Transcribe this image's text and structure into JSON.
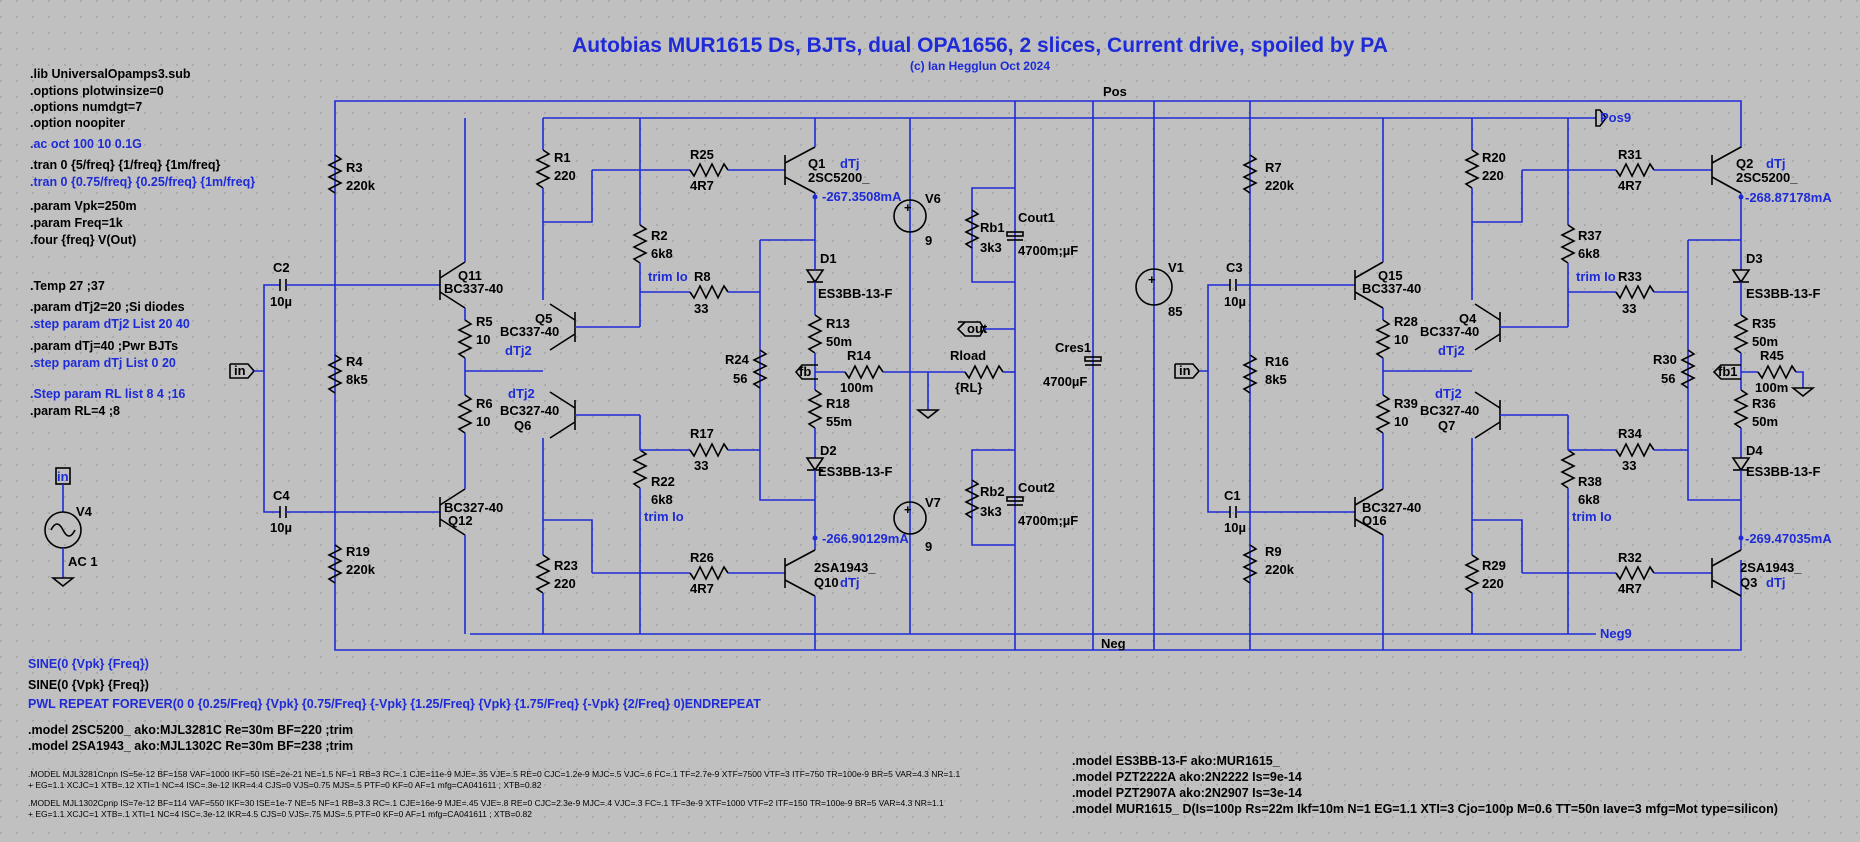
{
  "title": "Autobias MUR1615 Ds, BJTs, dual OPA1656, 2 slices, Current drive, spoiled by PA",
  "subtitle": "(c) Ian Hegglun Oct 2024",
  "directives_left": [
    {
      "text": ".lib UniversalOpamps3.sub",
      "color": "black"
    },
    {
      "text": ".options plotwinsize=0",
      "color": "black"
    },
    {
      "text": ".options numdgt=7",
      "color": "black"
    },
    {
      "text": ".option noopiter",
      "color": "black"
    },
    {
      "text": ".ac oct 100 10 0.1G",
      "color": "blue"
    },
    {
      "text": ".tran 0 {5/freq} {1/freq} {1m/freq}",
      "color": "black"
    },
    {
      "text": ".tran 0 {0.75/freq} {0.25/freq} {1m/freq}",
      "color": "blue"
    },
    {
      "text": ".param Vpk=250m",
      "color": "black"
    },
    {
      "text": ".param Freq=1k",
      "color": "black"
    },
    {
      "text": ".four {freq} V(Out)",
      "color": "black"
    },
    {
      "text": ".Temp 27 ;37",
      "color": "black"
    },
    {
      "text": ".param dTj2=20 ;Si diodes",
      "color": "black"
    },
    {
      "text": ".step param dTj2 List 20 40",
      "color": "blue"
    },
    {
      "text": ".param dTj=40 ;Pwr BJTs",
      "color": "black"
    },
    {
      "text": ".step param dTj List 0 20",
      "color": "blue"
    },
    {
      "text": ".Step param RL list 8 4 ;16",
      "color": "blue"
    },
    {
      "text": ".param RL=4 ;8",
      "color": "black"
    }
  ],
  "directives_bottom": [
    {
      "text": "SINE(0 {Vpk} {Freq})",
      "color": "blue"
    },
    {
      "text": "SINE(0 {Vpk} {Freq})",
      "color": "black"
    },
    {
      "text": "PWL REPEAT FOREVER(0 0 {0.25/Freq} {Vpk} {0.75/Freq} {-Vpk} {1.25/Freq} {Vpk} {1.75/Freq} {-Vpk} {2/Freq} 0)ENDREPEAT",
      "color": "blue"
    },
    {
      "text": ".model  2SC5200_ ako:MJL3281C  Re=30m BF=220 ;trim",
      "color": "black"
    },
    {
      "text": ".model  2SA1943_ ako:MJL1302C  Re=30m BF=238 ;trim",
      "color": "black"
    }
  ],
  "models_small": [
    ".MODEL MJL3281Cnpn IS=5e-12 BF=158 VAF=1000 IKF=50 ISE=2e-21 NE=1.5 NF=1 RB=3 RC=.1 CJE=11e-9 MJE=.35 VJE=.5 RE=0 CJC=1.2e-9 MJC=.5 VJC=.6 FC=.1 TF=2.7e-9  XTF=7500 VTF=3  ITF=750 TR=100e-9 BR=5 VAR=4.3 NR=1.1",
    "+ EG=1.1 XCJC=1 XTB=.12 XTI=1 NC=4 ISC=.3e-12 IKR=4.4 CJS=0 VJS=0.75 MJS=.5 PTF=0 KF=0 AF=1 mfg=CA041611 ; XTB=0.82",
    ".MODEL MJL1302Cpnp IS=7e-12 BF=114 VAF=550 IKF=30 ISE=1e-7 NE=5 NF=1 RB=3.3 RC=.1 CJE=16e-9 MJE=.45 VJE=.8 RE=0 CJC=2.3e-9 MJC=.4 VJC=.3 FC=.1 TF=3e-9 XTF=1000 VTF=2 ITF=150 TR=100e-9 BR=5 VAR=4.3 NR=1.1",
    "+ EG=1.1 XCJC=1 XTB=.1 XTI=1 NC=4 ISC=.3e-12 IKR=4.5 CJS=0 VJS=.75 MJS=.5 PTF=0 KF=0 AF=1 mfg=CA041611 ; XTB=0.82"
  ],
  "models_right": [
    ".model ES3BB-13-F ako:MUR1615_",
    ".model  PZT2222A ako:2N2222 Is=9e-14",
    ".model  PZT2907A ako:2N2907 Is=3e-14",
    ".model MUR1615_ D(Is=100p Rs=22m Ikf=10m N=1 EG=1.1 XTI=3 Cjo=100p M=0.6 TT=50n Iave=3 mfg=Mot type=silicon)"
  ],
  "rails": {
    "pos": "Pos",
    "neg": "Neg",
    "pos9": "Pos9",
    "neg9": "Neg9"
  },
  "ports": {
    "in": "in",
    "out": "out",
    "fb": "fb",
    "fb1": "fb1"
  },
  "sources": {
    "v4_name": "V4",
    "v4_value": "AC 1",
    "v6_name": "V6",
    "v6_value": "9",
    "v7_name": "V7",
    "v7_value": "9",
    "v1_name": "V1",
    "v1_value": "85"
  },
  "probes": {
    "q1": "267.3508mA",
    "q10": "266.90129mA",
    "q2": "268.87178mA",
    "q3": "269.47035mA"
  },
  "colors": {
    "background": "#c0c0c0",
    "wire": "#1e2bd6",
    "component": "#000000",
    "label": "#1e2bd6"
  }
}
